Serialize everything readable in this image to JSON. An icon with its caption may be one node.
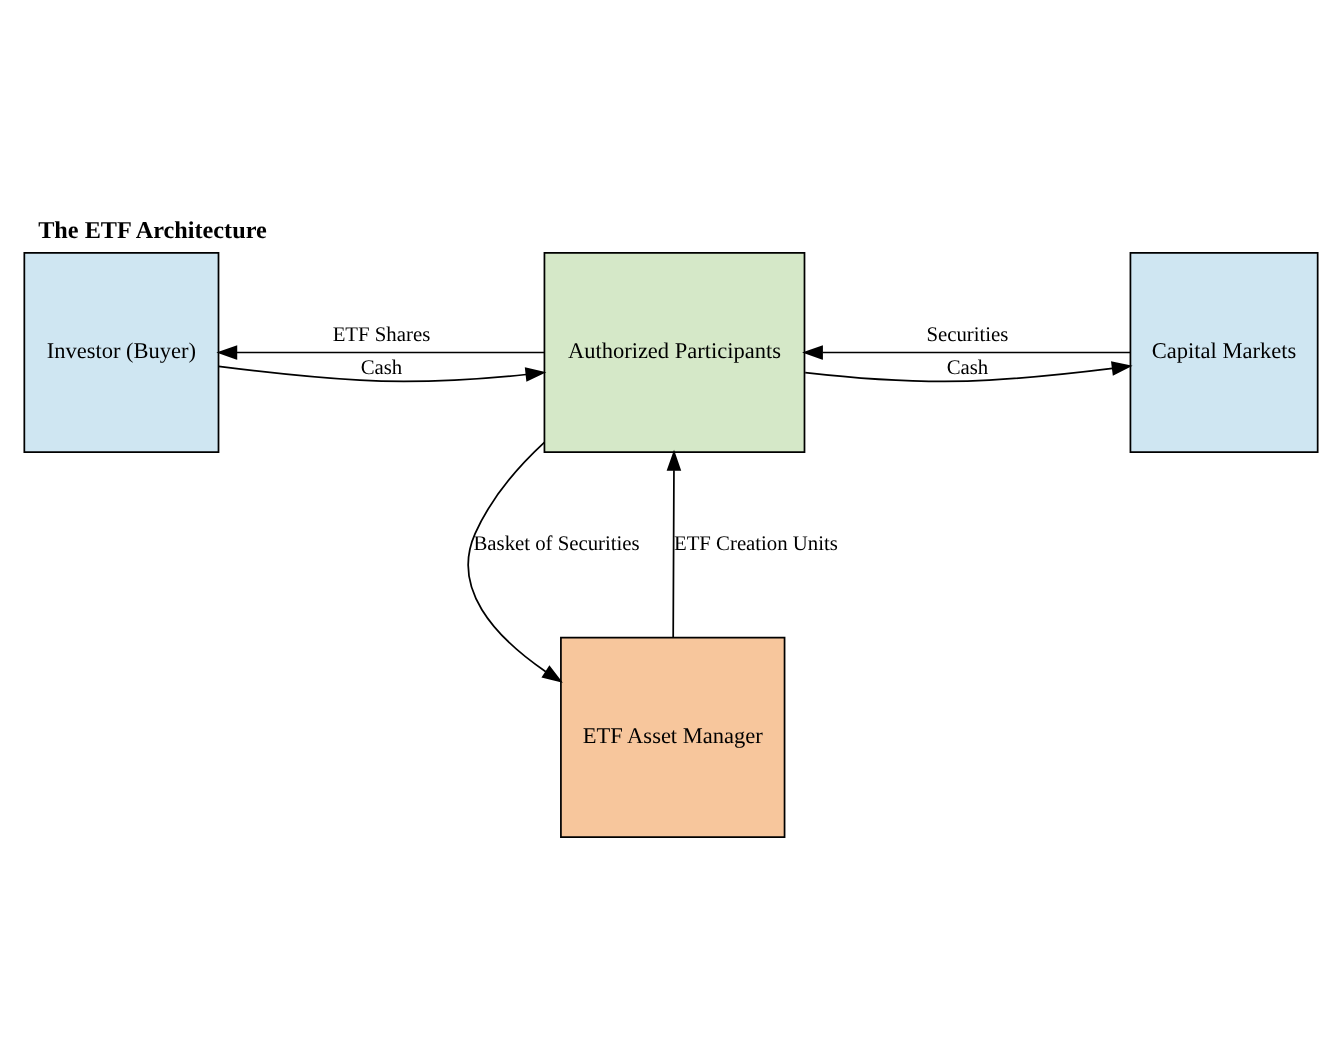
{
  "diagram": {
    "title": "The ETF Architecture",
    "nodes": [
      {
        "text": [
          "Investor (Buyer)"
        ]
      },
      {
        "text": [
          "Authorized Participants"
        ]
      },
      {
        "text": [
          "Capital Markets"
        ]
      },
      {
        "text": [
          "ETF Asset Manager"
        ]
      }
    ],
    "edges": [
      {
        "from": 0,
        "to": 1,
        "arrow": "to",
        "label": "Cash"
      },
      {
        "from": 1,
        "to": 2,
        "arrow": "to",
        "label": "Cash"
      },
      {
        "from": 2,
        "to": 1,
        "arrow": "to",
        "label": "Securities"
      },
      {
        "from": 1,
        "to": 0,
        "arrow": "to",
        "label": "ETF Shares"
      },
      {
        "from": 1,
        "to": 3,
        "arrow": "to",
        "label": "Basket of Securities"
      },
      {
        "from": 3,
        "to": 1,
        "arrow": "to",
        "label": "ETF Creation Units"
      }
    ]
  }
}
